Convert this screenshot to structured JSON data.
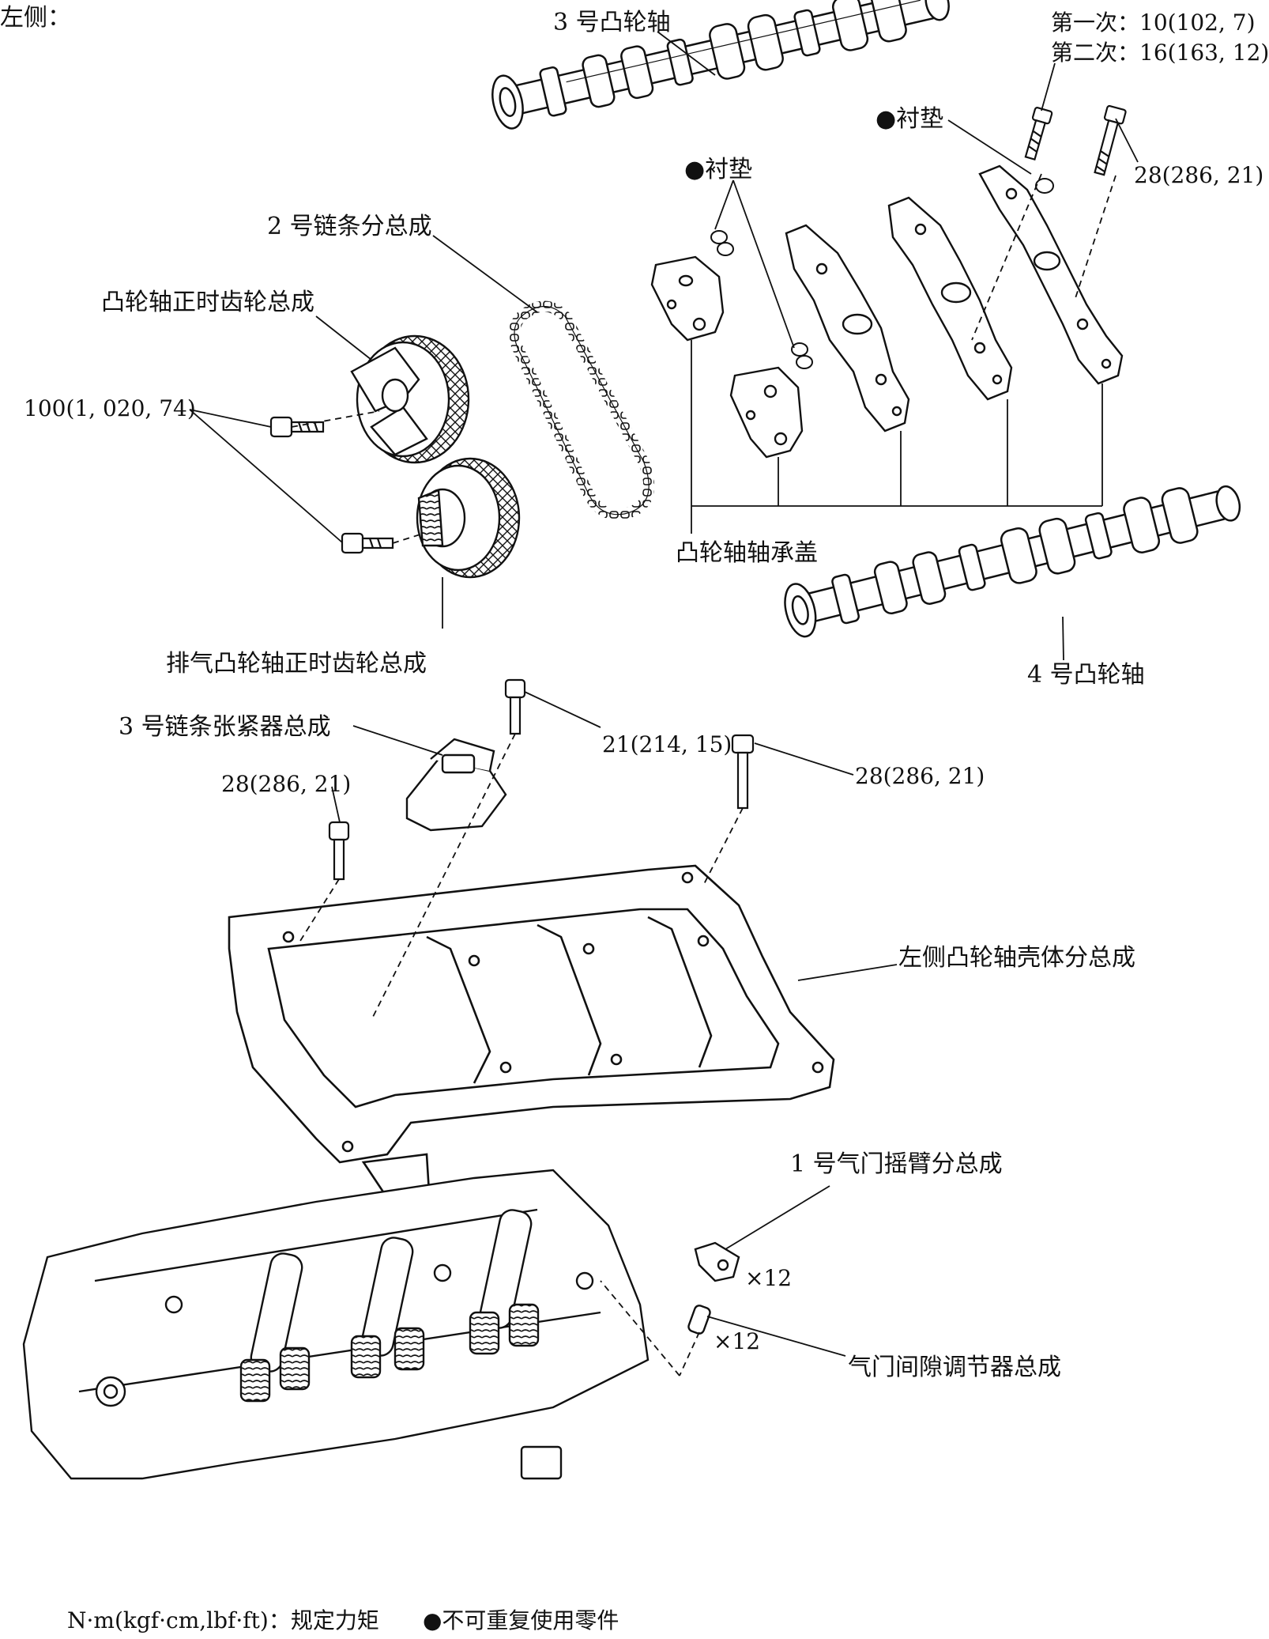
{
  "side_title": "左侧：",
  "labels": {
    "camshaft_3": "3 号凸轮轴",
    "torque_first": "第一次：10(102, 7)",
    "torque_second": "第二次：16(163, 12)",
    "gasket_right": "●衬垫",
    "torque_28_top": "28(286, 21)",
    "gasket_mid": "●衬垫",
    "chain_2": "2 号链条分总成",
    "cam_timing_gear": "凸轮轴正时齿轮总成",
    "torque_100": "100(1, 020, 74)",
    "cam_bearing_cap": "凸轮轴轴承盖",
    "camshaft_4": "4 号凸轮轴",
    "exhaust_timing_gear": "排气凸轮轴正时齿轮总成",
    "tensioner_3": "3 号链条张紧器总成",
    "torque_21": "21(214, 15)",
    "torque_28_mid_right": "28(286, 21)",
    "torque_28_mid_left": "28(286, 21)",
    "camshaft_housing_left": "左侧凸轮轴壳体分总成",
    "rocker_arm_1": "1 号气门摇臂分总成",
    "qty_rocker": "×12",
    "qty_adjuster": "×12",
    "lash_adjuster": "气门间隙调节器总成"
  },
  "legend": {
    "torque": "N·m(kgf·cm,lbf·ft)：规定力矩",
    "nonreusable": "●不可重复使用零件"
  }
}
